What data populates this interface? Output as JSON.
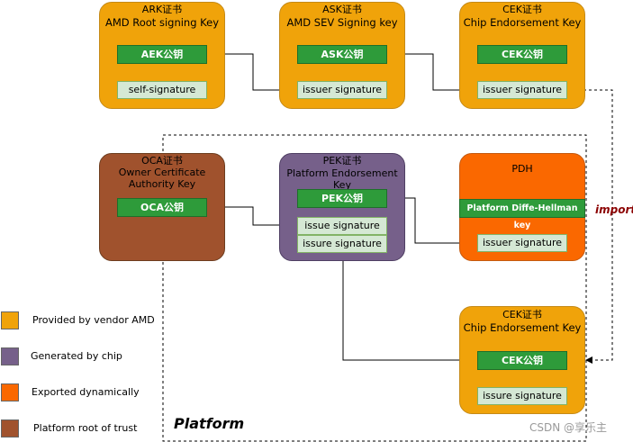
{
  "ark": {
    "title_short": "ARK证书",
    "title_long": "AMD Root signing Key",
    "key": "AEK公钥",
    "sig": "self-signature"
  },
  "ask": {
    "title_short": "ASK证书",
    "title_long": "AMD SEV Signing key",
    "key": "ASK公钥",
    "sig": "issuer signature"
  },
  "cek_top": {
    "title_short": "CEK证书",
    "title_long": "Chip Endorsement Key",
    "key": "CEK公钥",
    "sig": "issuer signature"
  },
  "oca": {
    "title_short": "OCA证书",
    "title_l2": "Owner Certificate",
    "title_l3": "Authority Key",
    "key": "OCA公钥"
  },
  "pek": {
    "title_short": "PEK证书",
    "title_long": "Platform Endorsement Key",
    "key": "PEK公钥",
    "sig1": "issue signature",
    "sig2": "issure signature"
  },
  "pdh": {
    "title": "PDH",
    "key": "Platform Diffe-Hellman key",
    "sig": "issuer signature"
  },
  "cek_bottom": {
    "title_short": "CEK证书",
    "title_long": "Chip Endorsement Key",
    "key": "CEK公钥",
    "sig": "issure signature"
  },
  "import_label": "import",
  "platform_label": "Platform",
  "legend": [
    {
      "label": "Provided by vendor AMD",
      "color": "#f0a30a"
    },
    {
      "label": "Generated by chip",
      "color": "#76608a"
    },
    {
      "label": "Exported dynamically",
      "color": "#fa6800"
    },
    {
      "label": "Platform root of trust",
      "color": "#a0522d"
    }
  ],
  "watermark": "CSDN @享乐主"
}
